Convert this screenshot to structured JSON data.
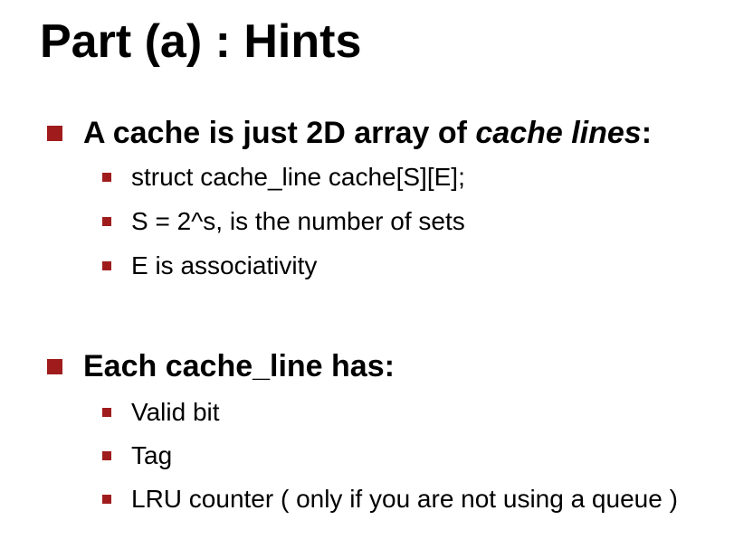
{
  "slide": {
    "title": "Part (a) : Hints",
    "accent_color": "#a01c1c",
    "sections": [
      {
        "heading_prefix": "A cache is just 2D array of ",
        "heading_emphasis": "cache lines",
        "heading_suffix": ":",
        "items": [
          "struct cache_line cache[S][E];",
          "S = 2^s,  is the number of sets",
          "E is associativity"
        ]
      },
      {
        "heading": "Each cache_line has:",
        "items": [
          "Valid bit",
          "Tag",
          "LRU counter ( only if you are not using a queue )"
        ]
      }
    ]
  }
}
